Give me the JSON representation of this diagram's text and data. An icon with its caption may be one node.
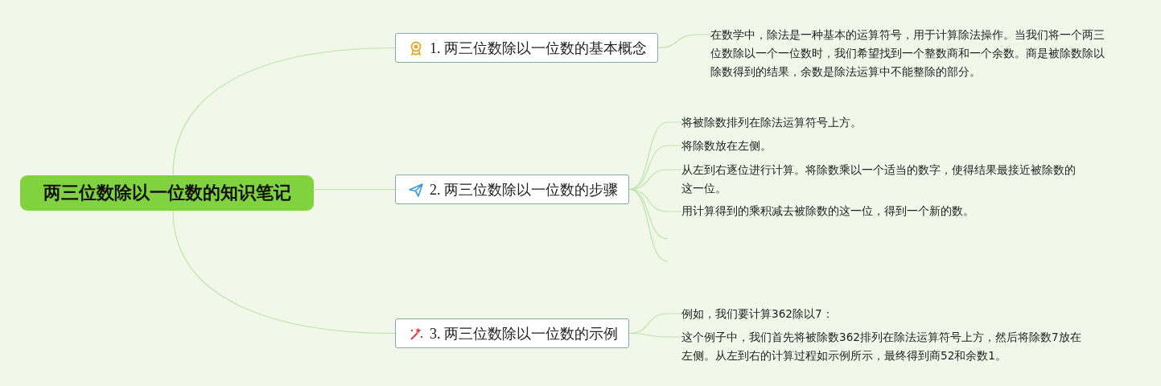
{
  "diagram": {
    "nodes": [
      {
        "text": [
          "两三位数除以一位数的知识笔记"
        ]
      },
      {
        "text": [
          "1. 两三位数除以一位数的基本概念"
        ]
      },
      {
        "text": [
          "2. 两三位数除以一位数的步骤"
        ]
      },
      {
        "text": [
          "3. 两三位数除以一位数的示例"
        ]
      },
      {
        "text": [
          "在数学中，除法是一种基本的运算符号，用于计算除法操作。当我们将一个两三位数除以一个一位数时，我们希望找到一个整数商和一个余数。商是被除数除以除数得到的结果，余数是除法运算中不能整除的部分。"
        ]
      },
      {
        "text": [
          "将被除数排列在除法运算符号上方。"
        ]
      },
      {
        "text": [
          "将除数放在左侧。"
        ]
      },
      {
        "text": [
          "从左到右逐位进行计算。将除数乘以一个适当的数字，使得结果最接近被除数的这一位。"
        ]
      },
      {
        "text": [
          "用计算得到的乘积减去被除数的这一位，得到一个新的数。"
        ]
      },
      {
        "text": [
          "例如，我们要计算362除以7："
        ]
      },
      {
        "text": [
          "这个例子中，我们首先将被除数362排列在除法运算符号上方，然后将除数7放在左侧。从左到右的计算过程如示例所示，最终得到商52和余数1。"
        ]
      }
    ],
    "edges": [
      {
        "from": 0,
        "to": 1,
        "arrow": "none"
      },
      {
        "from": 0,
        "to": 2,
        "arrow": "none"
      },
      {
        "from": 0,
        "to": 3,
        "arrow": "none"
      },
      {
        "from": 1,
        "to": 4,
        "arrow": "none"
      },
      {
        "from": 2,
        "to": 5,
        "arrow": "none"
      },
      {
        "from": 2,
        "to": 6,
        "arrow": "none"
      },
      {
        "from": 2,
        "to": 7,
        "arrow": "none"
      },
      {
        "from": 2,
        "to": 8,
        "arrow": "none"
      },
      {
        "from": 2,
        "to": null,
        "arrow": "none"
      },
      {
        "from": 2,
        "to": null,
        "arrow": "none"
      },
      {
        "from": 3,
        "to": 9,
        "arrow": "none"
      },
      {
        "from": 3,
        "to": 10,
        "arrow": "none"
      }
    ]
  }
}
